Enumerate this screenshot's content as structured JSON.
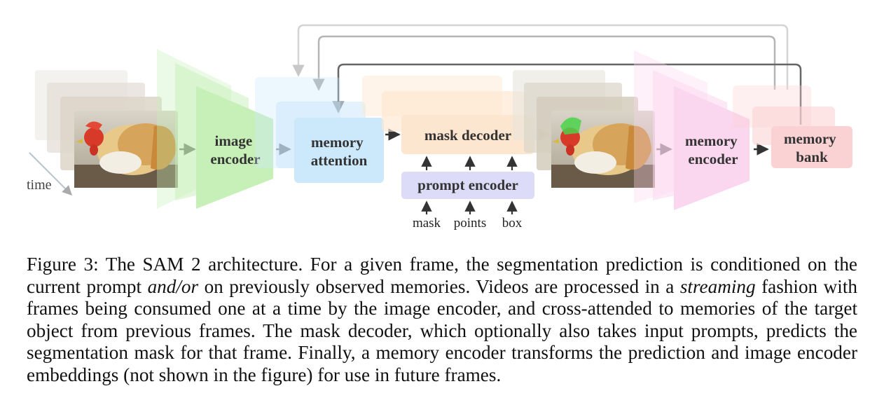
{
  "diagram": {
    "time_label": "time",
    "image_encoder": [
      "image",
      "encoder"
    ],
    "memory_attention": [
      "memory",
      "attention"
    ],
    "mask_decoder": "mask decoder",
    "prompt_encoder": "prompt encoder",
    "prompt_inputs": [
      "mask",
      "points",
      "box"
    ],
    "memory_encoder": [
      "memory",
      "encoder"
    ],
    "memory_bank": [
      "memory",
      "bank"
    ]
  },
  "colors": {
    "image_encoder": "#c6f0b8",
    "memory_attention": "#cce8fb",
    "mask_decoder": "#fde6cf",
    "prompt_encoder": "#dcdcf9",
    "memory_encoder": "#fbd7ef",
    "memory_bank": "#fbd2d4",
    "arrow": "#333333"
  },
  "caption": {
    "part1": "Figure 3: The SAM 2 architecture. For a given frame, the segmentation prediction is conditioned on the current prompt ",
    "emph1": "and/or",
    "part2": " on previously observed memories. Videos are processed in a ",
    "emph2": "streaming",
    "part3": " fashion with frames being consumed one at a time by the image encoder, and cross-attended to memories of the target object from previous frames. The mask decoder, which optionally also takes input prompts, predicts the segmentation mask for that frame. Finally, a memory encoder transforms the prediction and image encoder embeddings (not shown in the figure) for use in future frames."
  }
}
